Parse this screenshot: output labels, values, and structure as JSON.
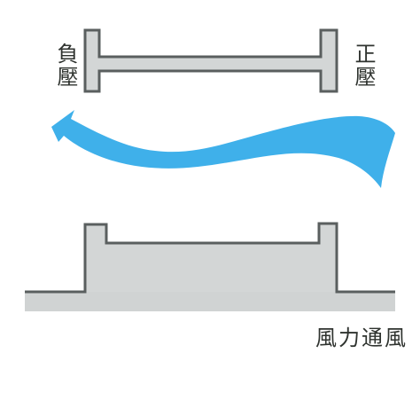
{
  "diagram": {
    "labels": {
      "negative_pressure": "負壓",
      "positive_pressure": "正壓",
      "caption": "風力通風"
    },
    "colors": {
      "structure_fill": "#d3d6d6",
      "structure_stroke": "#5a5f5f",
      "ground_fill": "#d0d3d3",
      "wind_arrow": "#3fb0ea",
      "text": "#2f332f",
      "background": "#ffffff"
    },
    "elements": {
      "top_structure": "h-beam",
      "wind": "wavy-arrow-pointing-left",
      "bottom_structure": "building-on-ground"
    }
  }
}
